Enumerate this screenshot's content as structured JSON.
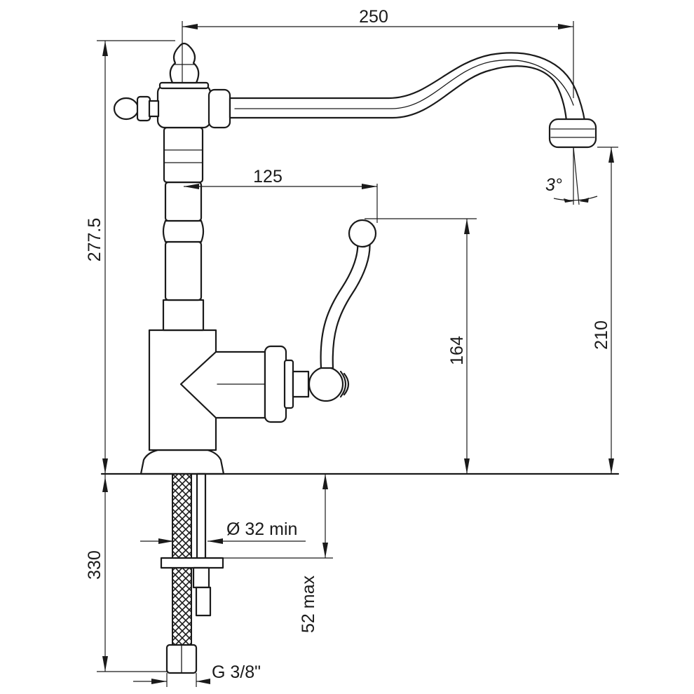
{
  "dimensions": {
    "spout_reach": "250",
    "handle_reach": "125",
    "total_height": "277.5",
    "handle_height": "164",
    "spout_height": "210",
    "spout_angle": "3°",
    "hose_length": "330",
    "hole_diameter": "Ø 32 min",
    "counter_thickness": "52 max",
    "connection_thread": "G 3/8\""
  },
  "colors": {
    "line": "#1a1a1a",
    "background": "#ffffff"
  }
}
